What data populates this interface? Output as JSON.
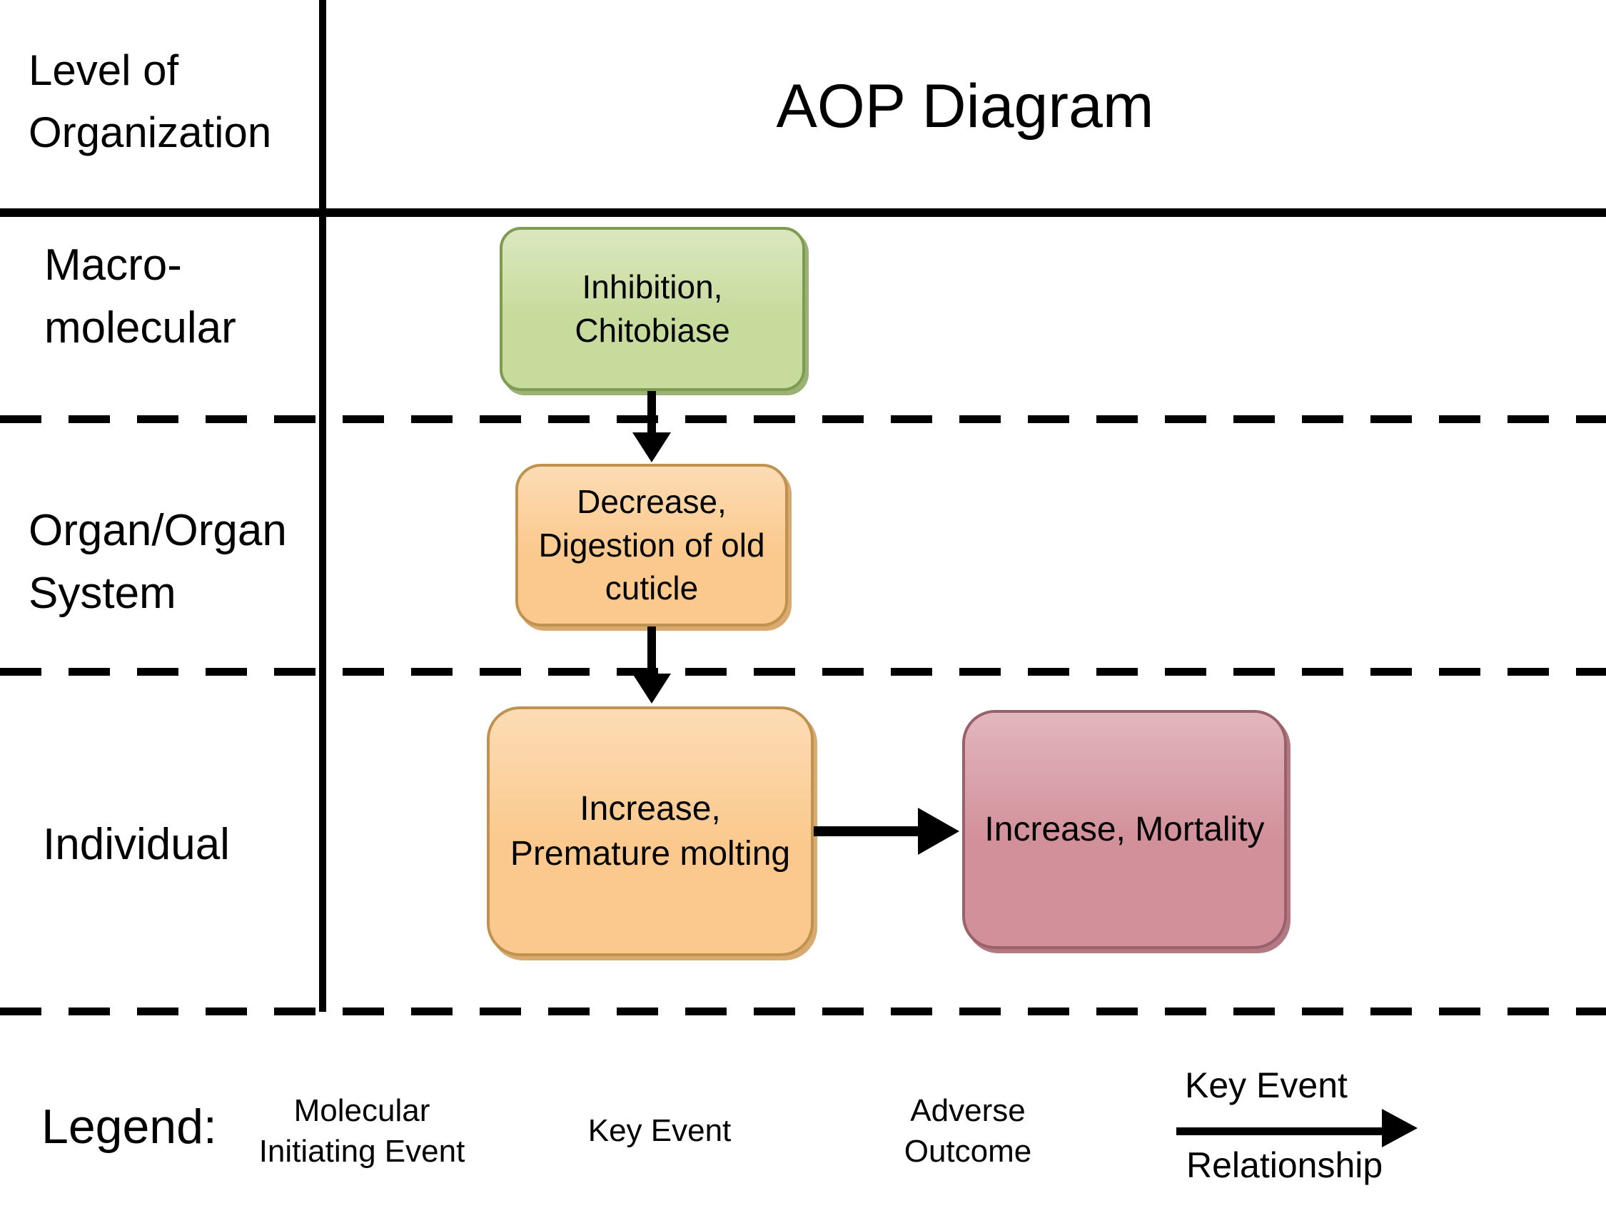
{
  "header": {
    "level_label": "Level of\nOrganization",
    "title": "AOP Diagram"
  },
  "rows": [
    {
      "label": "Macro-\nmolecular"
    },
    {
      "label": "Organ/Organ\nSystem"
    },
    {
      "label": "Individual"
    }
  ],
  "nodes": {
    "mie": {
      "label": "Inhibition,\nChitobiase",
      "type": "molecular-initiating-event"
    },
    "ke1": {
      "label": "Decrease,\nDigestion of old\ncuticle",
      "type": "key-event"
    },
    "ke2": {
      "label": "Increase,\nPremature molting",
      "type": "key-event"
    },
    "ao": {
      "label": "Increase, Mortality",
      "type": "adverse-outcome"
    }
  },
  "legend": {
    "label": "Legend:",
    "items": [
      {
        "label": "Molecular\nInitiating Event",
        "type": "molecular-initiating-event"
      },
      {
        "label": "Key Event",
        "type": "key-event"
      },
      {
        "label": "Adverse\nOutcome",
        "type": "adverse-outcome"
      }
    ],
    "arrow_label_top": "Key Event",
    "arrow_label_bottom": "Relationship"
  },
  "colors": {
    "mie_fill": "#c7db9c",
    "mie_border": "#7e9b52",
    "mie_shadow": "#9cb174",
    "ke_fill": "#fbc98d",
    "ke_border": "#c0924f",
    "ke_shadow": "#d9a96f",
    "ao_fill": "#d2909a",
    "ao_border": "#99626b",
    "ao_shadow": "#b27983",
    "line": "#000000"
  }
}
